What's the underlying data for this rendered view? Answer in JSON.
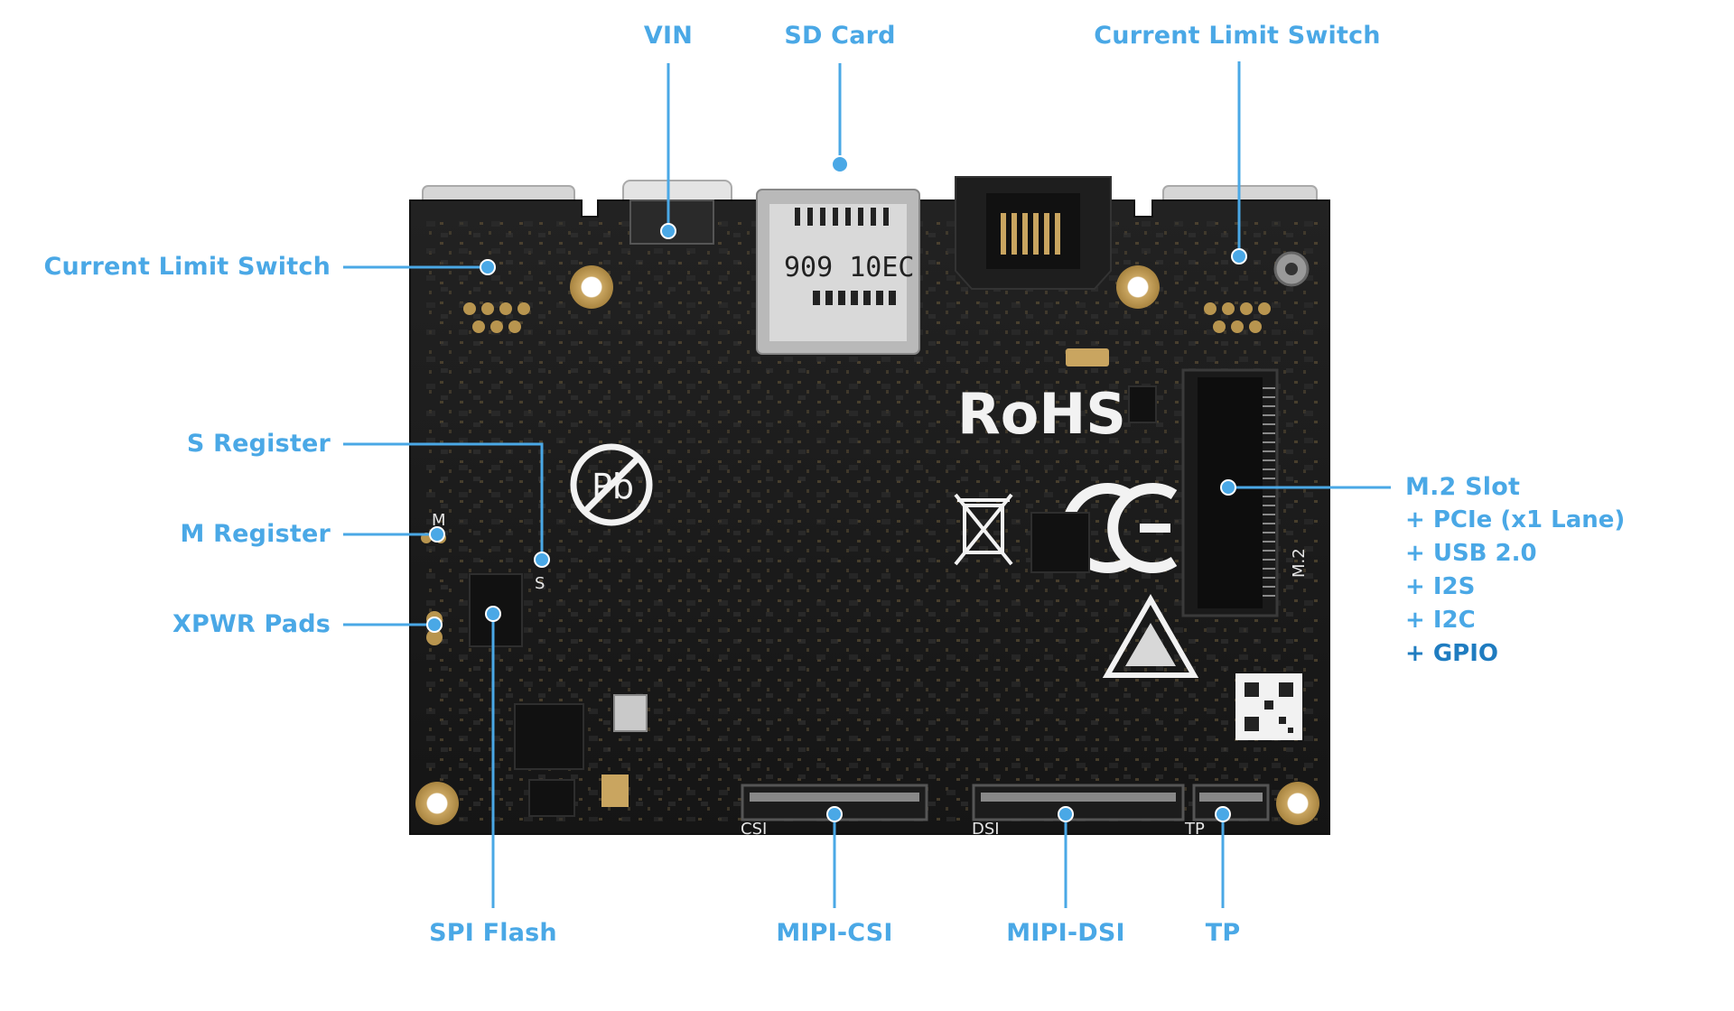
{
  "board": {
    "silkscreen": {
      "rohs": "RoHS",
      "m2": "M.2",
      "csi": "CSI",
      "dsi": "DSI",
      "tp": "TP",
      "m_pad": "M",
      "s_pad": "S",
      "sd_marking": "909 10EC",
      "pb_symbol": "Pb"
    }
  },
  "callouts": {
    "vin": "VIN",
    "sd_card": "SD Card",
    "current_limit_top": "Current Limit Switch",
    "current_limit_left": "Current Limit Switch",
    "s_register": "S Register",
    "m_register": "M Register",
    "xpwr_pads": "XPWR Pads",
    "spi_flash": "SPI Flash",
    "mipi_csi": "MIPI-CSI",
    "mipi_dsi": "MIPI-DSI",
    "tp": "TP",
    "m2_slot": "M.2 Slot",
    "m2_features": [
      "+ PCIe (x1 Lane)",
      "+ USB 2.0",
      "+ I2S",
      "+ I2C",
      "+ GPIO"
    ]
  },
  "colors": {
    "accent": "#4aa8e6",
    "accent_dark": "#1f7cc0",
    "pcb": "#1b1b1b",
    "gold": "#c9a560"
  }
}
